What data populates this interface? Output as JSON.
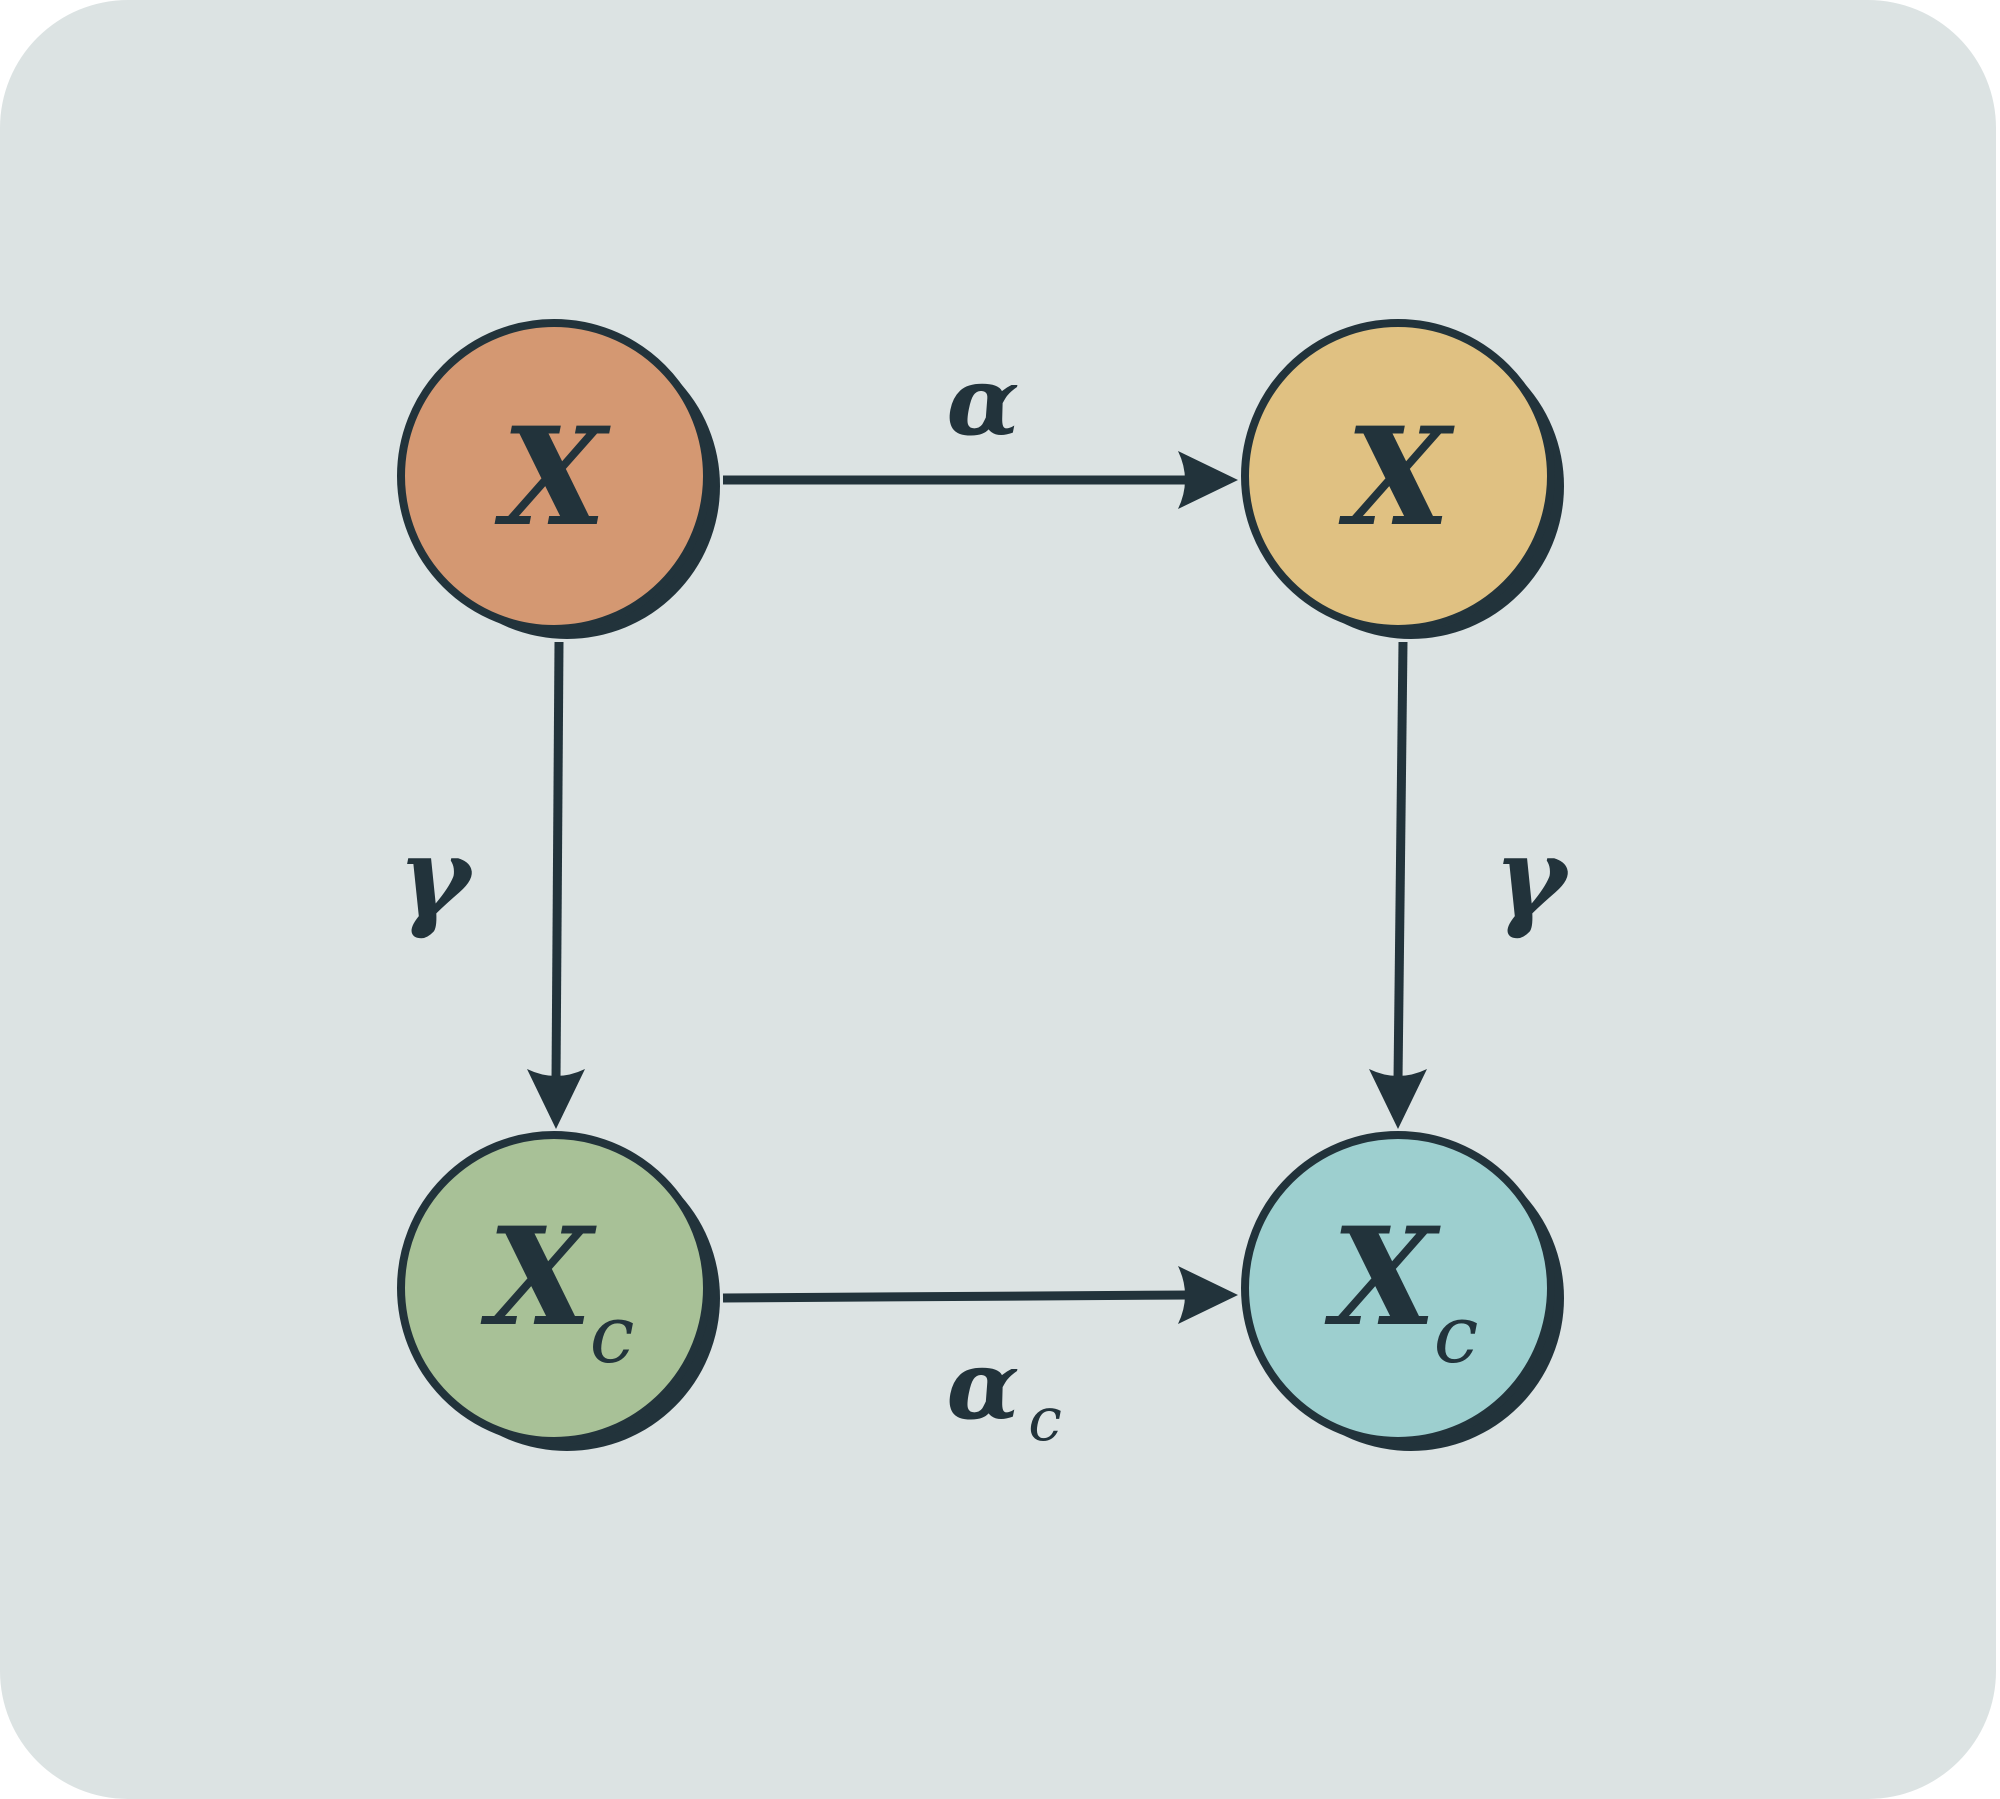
{
  "nodes": [
    {
      "id": "top-left",
      "label": "X",
      "subscript": "",
      "color": "#d49872"
    },
    {
      "id": "top-right",
      "label": "X",
      "subscript": "",
      "color": "#e0c182"
    },
    {
      "id": "bottom-left",
      "label": "X",
      "subscript": "c",
      "color": "#a8c197"
    },
    {
      "id": "bottom-right",
      "label": "X",
      "subscript": "c",
      "color": "#9dcfcf"
    }
  ],
  "edges": [
    {
      "from": "top-left",
      "to": "top-right",
      "label": "α",
      "subscript": ""
    },
    {
      "from": "top-left",
      "to": "bottom-left",
      "label": "γ",
      "subscript": ""
    },
    {
      "from": "top-right",
      "to": "bottom-right",
      "label": "γ",
      "subscript": ""
    },
    {
      "from": "bottom-left",
      "to": "bottom-right",
      "label": "α",
      "subscript": "c"
    }
  ],
  "colors": {
    "background": "#dce3e3",
    "stroke": "#22333b"
  }
}
